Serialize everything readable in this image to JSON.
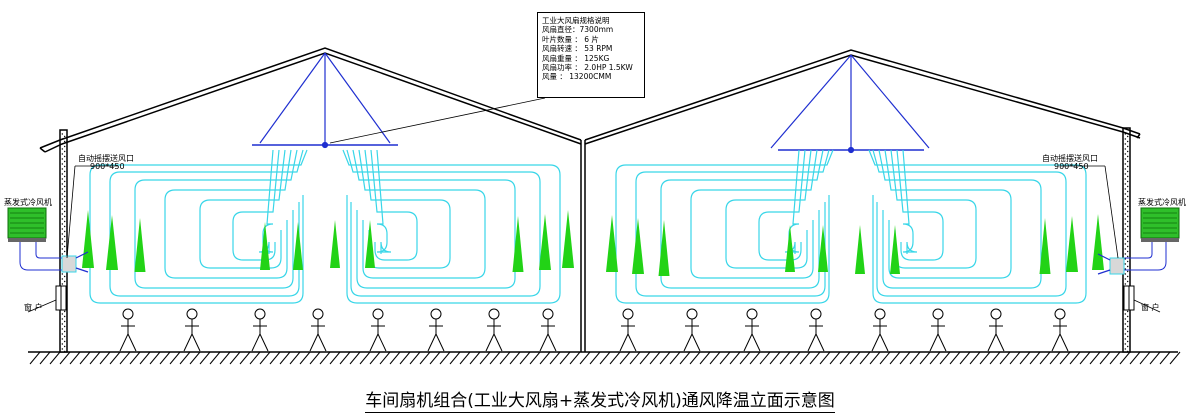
{
  "spec": {
    "title": "工业大风扇规格说明",
    "lines": [
      "风扇直径：7300mm",
      "叶片数量 ： 6 片",
      "风扇转速 ： 53 RPM",
      "风扇重量 ： 125KG",
      "风扇功率 ： 2.0HP 1.5KW",
      "风量    ： 13200CMM"
    ]
  },
  "labels": {
    "left_vent": "自动摇摆送风口",
    "left_vent_size": "900*450",
    "right_vent": "自动摇摆送风口",
    "right_vent_size": "900*450",
    "left_cooler": "蒸发式冷风机",
    "right_cooler": "蒸发式冷风机",
    "left_window": "窗 户",
    "right_window": "窗 户"
  },
  "caption": "车间扇机组合(工业大风扇+蒸发式冷风机)通风降温立面示意图",
  "colors": {
    "line": "#000000",
    "fan": "#1f2fd0",
    "airflow": "#39d6e8",
    "cone": "#22d316",
    "cooler": "#2fbf2a"
  }
}
